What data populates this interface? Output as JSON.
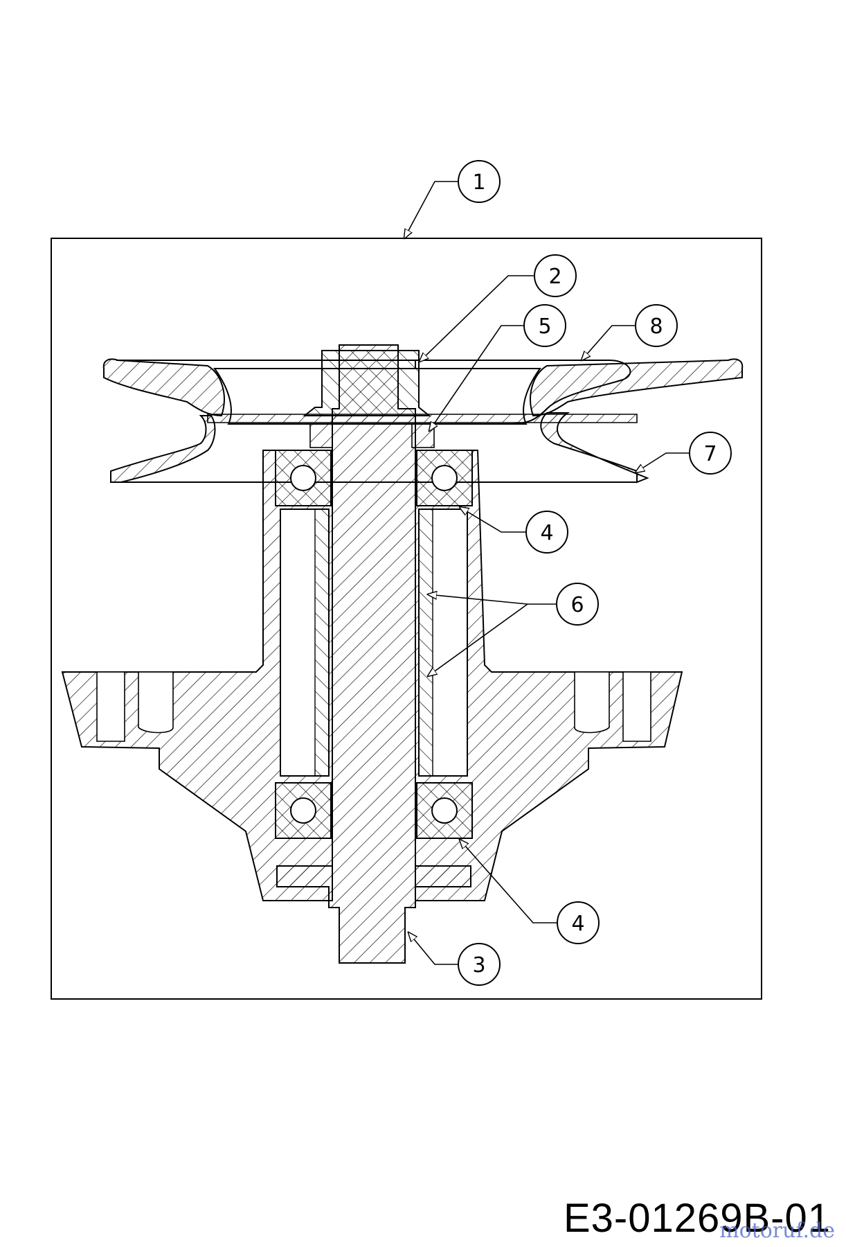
{
  "callouts": [
    {
      "id": "c1",
      "label": "1"
    },
    {
      "id": "c2",
      "label": "2"
    },
    {
      "id": "c5",
      "label": "5"
    },
    {
      "id": "c8",
      "label": "8"
    },
    {
      "id": "c7",
      "label": "7"
    },
    {
      "id": "c4a",
      "label": "4"
    },
    {
      "id": "c6",
      "label": "6"
    },
    {
      "id": "c4b",
      "label": "4"
    },
    {
      "id": "c3",
      "label": "3"
    }
  ],
  "drawing_code": "E3-01269B-01",
  "watermark": "motoruf.de",
  "colors": {
    "line": "#000000",
    "background": "#ffffff",
    "watermark": "#4a63c9"
  }
}
